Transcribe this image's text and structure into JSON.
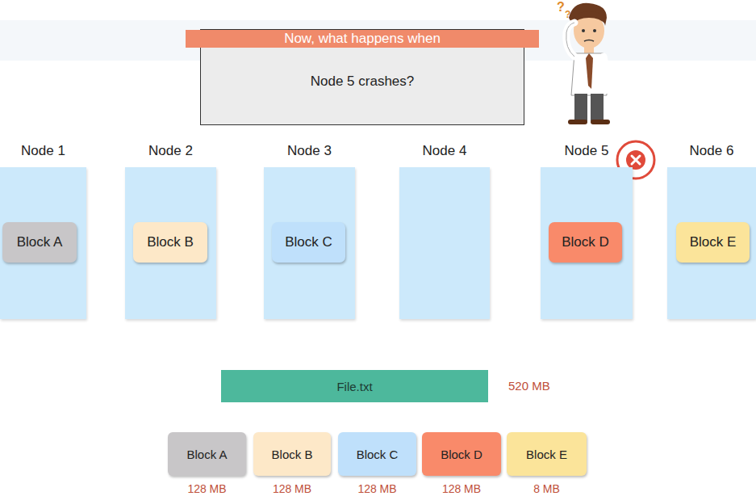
{
  "diagram": {
    "nodes": [
      {
        "text": [
          "Now, what happens when",
          "Node 5 crashes?"
        ]
      },
      {
        "text": [
          "Node 1"
        ]
      },
      {
        "text": [
          "Block A"
        ],
        "in": 1
      },
      {
        "text": [
          "Node 2"
        ]
      },
      {
        "text": [
          "Block B"
        ],
        "in": 3
      },
      {
        "text": [
          "Node 3"
        ]
      },
      {
        "text": [
          "Block C"
        ],
        "in": 5
      },
      {
        "text": [
          "Node 4"
        ]
      },
      {
        "text": [
          "Node 5"
        ]
      },
      {
        "text": [
          "Block D"
        ],
        "in": 8
      },
      {
        "text": [
          "Node 6"
        ]
      },
      {
        "text": [
          "Block E"
        ],
        "in": 10
      },
      {
        "text": [
          "File.txt"
        ]
      },
      {
        "text": [
          "Block A",
          "128 MB"
        ]
      },
      {
        "text": [
          "Block B",
          "128 MB"
        ]
      },
      {
        "text": [
          "Block C",
          "128 MB"
        ]
      },
      {
        "text": [
          "Block D",
          "128 MB"
        ]
      },
      {
        "text": [
          "Block E",
          "8 MB"
        ]
      }
    ],
    "labels": [
      "520 MB"
    ]
  }
}
